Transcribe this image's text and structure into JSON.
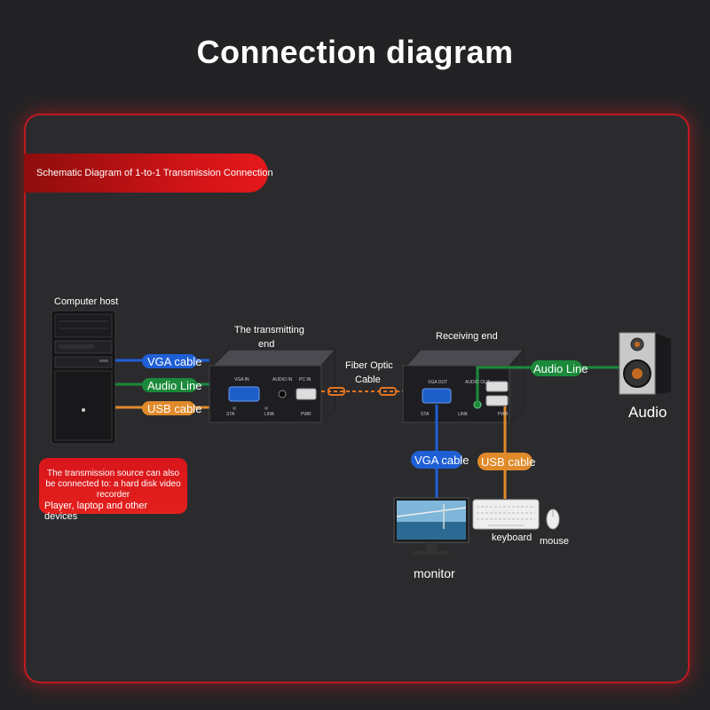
{
  "title": "Connection diagram",
  "banner": "Schematic Diagram of 1-to-1 Transmission Connection",
  "note": {
    "line1": "The transmission source can also be connected to: a hard disk video recorder",
    "line2": "Player, laptop and other devices"
  },
  "labels": {
    "computer_host": "Computer host",
    "transmitting_end_1": "The transmitting",
    "transmitting_end_2": "end",
    "receiving_end": "Receiving end",
    "fiber_optic_1": "Fiber Optic",
    "fiber_optic_2": "Cable",
    "audio": "Audio",
    "keyboard": "keyboard",
    "mouse": "mouse",
    "monitor": "monitor"
  },
  "cables": {
    "vga_left": "VGA cable",
    "audio_left": "Audio Line",
    "usb_left": "USB cable",
    "audio_right": "Audio Line",
    "vga_bottom": "VGA cable",
    "usb_bottom": "USB cable"
  },
  "ports": {
    "tx_vga": "VGA IN",
    "tx_audio": "AUDIO IN",
    "tx_pc": "PC IN",
    "tx_sta": "STA",
    "tx_link": "LINK",
    "tx_pwr": "PWR",
    "rx_vga": "VGA OUT",
    "rx_audio": "AUDIO OUT",
    "rx_sta": "STA",
    "rx_link": "LINK",
    "rx_pwr": "PWR"
  },
  "colors": {
    "accent_red": "#d31418",
    "vga_blue": "#1f5fd6",
    "audio_green": "#1b8a3a",
    "usb_orange": "#e08a2a",
    "fiber_orange": "#e3731e"
  }
}
